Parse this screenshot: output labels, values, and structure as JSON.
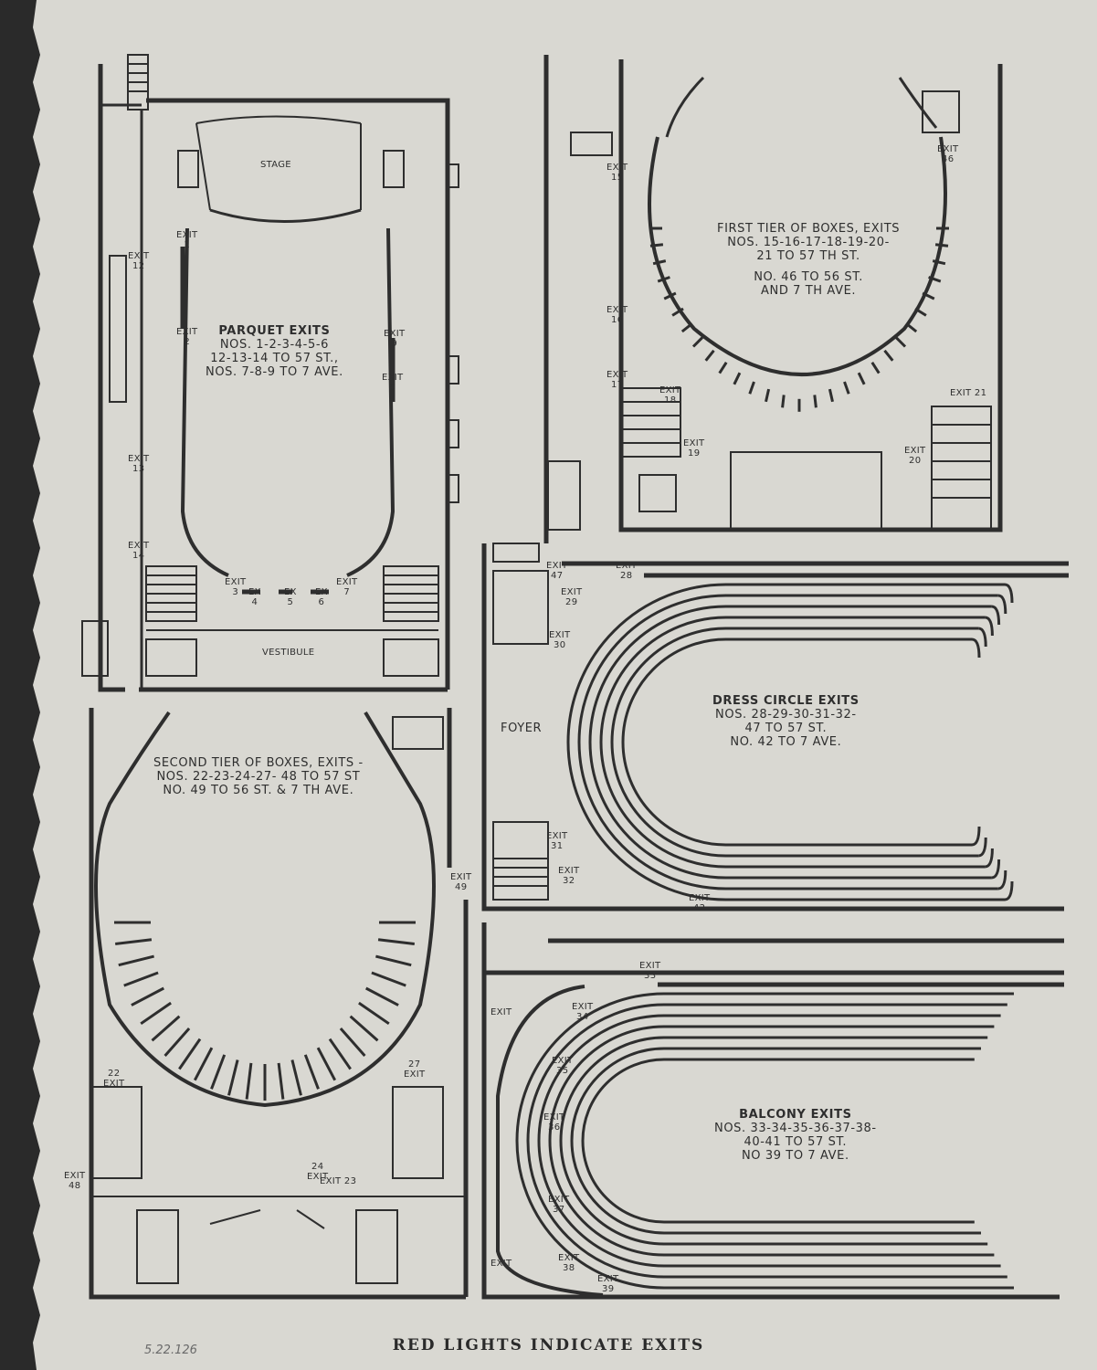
{
  "parquet": {
    "stage": "STAGE",
    "vestibule": "VESTIBULE",
    "title": "PARQUET EXITS",
    "lines": [
      "NOS. 1-2-3-4-5-6",
      "12-13-14 TO 57 ST.,",
      "NOS. 7-8-9 TO 7 AVE."
    ]
  },
  "first_tier": {
    "lines": [
      "FIRST TIER OF BOXES, EXITS",
      "NOS. 15-16-17-18-19-20-",
      "21 TO 57 TH ST.",
      "NO. 46 TO 56 ST.",
      "AND 7 TH AVE."
    ]
  },
  "dress_circle": {
    "foyer": "FOYER",
    "lines": [
      "DRESS CIRCLE EXITS",
      "NOS. 28-29-30-31-32-",
      "47 TO 57 ST.",
      "NO. 42 TO 7 AVE."
    ]
  },
  "second_tier": {
    "lines": [
      "SECOND TIER OF BOXES, EXITS -",
      "NOS. 22-23-24-27- 48 TO 57 ST",
      "NO. 49 TO 56 ST. & 7 TH AVE."
    ]
  },
  "balcony": {
    "lines": [
      "BALCONY EXITS",
      "NOS. 33-34-35-36-37-38-",
      "40-41 TO 57 ST.",
      "NO 39 TO 7 AVE."
    ]
  },
  "exits": {
    "e1": [
      "EXIT",
      "1"
    ],
    "e2": [
      "EXIT",
      "2"
    ],
    "e3": [
      "EXIT",
      "3"
    ],
    "e4": [
      "EX",
      "4"
    ],
    "e5": [
      "EX",
      "5"
    ],
    "e6": [
      "EX",
      "6"
    ],
    "e7": [
      "EXIT",
      "7"
    ],
    "e8": [
      "EXIT",
      "8"
    ],
    "e9": [
      "EXIT",
      "9"
    ],
    "e12": [
      "EXIT",
      "12"
    ],
    "e13": [
      "EXIT",
      "13"
    ],
    "e14": [
      "EXIT",
      "14"
    ],
    "e15": [
      "EXIT",
      "15"
    ],
    "e16": [
      "EXIT",
      "16"
    ],
    "e17": [
      "EXIT",
      "17"
    ],
    "e18": [
      "EXIT",
      "18"
    ],
    "e19": [
      "EXIT",
      "19"
    ],
    "e20": [
      "EXIT",
      "20"
    ],
    "e21": [
      "EXIT 21"
    ],
    "e46": [
      "EXIT",
      "46"
    ],
    "e47": [
      "EXIT",
      "47"
    ],
    "e28": [
      "EXIT",
      "28"
    ],
    "e29": [
      "EXIT",
      "29"
    ],
    "e30": [
      "EXIT",
      "30"
    ],
    "e31": [
      "EXIT",
      "31"
    ],
    "e32": [
      "EXIT",
      "32"
    ],
    "e42": [
      "EXIT",
      "42"
    ],
    "e22": [
      "22",
      "EXIT"
    ],
    "e27": [
      "27",
      "EXIT"
    ],
    "e48": [
      "EXIT",
      "48"
    ],
    "e23": [
      "EXIT 23"
    ],
    "e24": [
      "24",
      "EXIT"
    ],
    "e49": [
      "EXIT",
      "49"
    ],
    "e33": [
      "EXIT",
      "33"
    ],
    "e34": [
      "EXIT",
      "34"
    ],
    "e35": [
      "EXIT",
      "35"
    ],
    "e36": [
      "EXIT",
      "36"
    ],
    "e37": [
      "EXIT",
      "37"
    ],
    "e38": [
      "EXIT",
      "38"
    ],
    "e39": [
      "EXIT",
      "39"
    ],
    "ebal1": [
      "EXIT"
    ],
    "ebal2": [
      "EXIT"
    ]
  },
  "footer": "RED LIGHTS INDICATE EXITS",
  "handwriting": "5.22.126",
  "colors": {
    "paper": "#d9d8d2",
    "ink": "#2e2e2e",
    "background": "#2a2a2a"
  }
}
